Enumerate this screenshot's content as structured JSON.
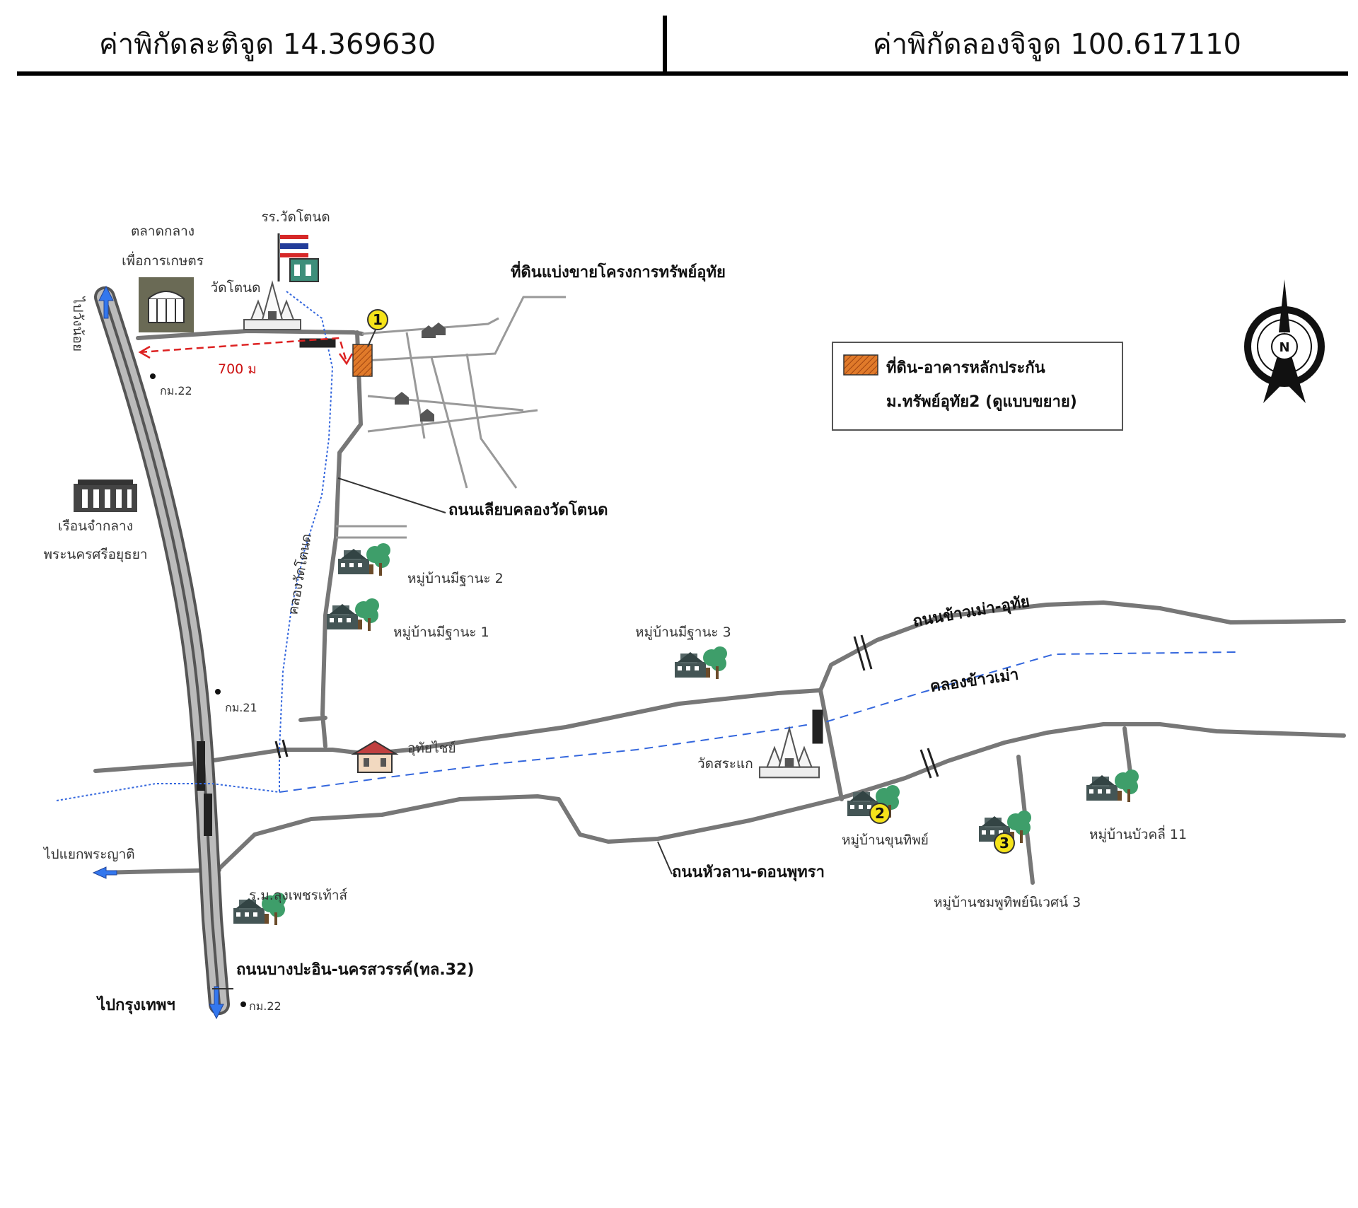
{
  "header": {
    "latitude": "ค่าพิกัดละติจูด 14.369630",
    "longitude": "ค่าพิกัดลองจิจูด 100.617110"
  },
  "legend": {
    "line1": "ที่ดิน-อาคารหลักประกัน",
    "line2": "ม.ทรัพย์อุทัย2 (ดูแบบขยาย)"
  },
  "compass": {
    "north": "N"
  },
  "labels": {
    "market_line1": "ตลาดกลาง",
    "market_line2": "เพื่อการเกษตร",
    "school": "รร.วัดโตนด",
    "wat_tanot": "วัดโตนด",
    "project": "ที่ดินแบ่งขายโครงการทรัพย์อุทัย",
    "distance": "700 ม",
    "km22_top": "กม.22",
    "to_wang_noi": "ไปวังน้อย",
    "prison_line1": "เรือนจำกลาง",
    "prison_line2": "พระนครศรีอยุธยา",
    "road_canal": "ถนนเลียบคลองวัดโตนด",
    "canal_wat_tanot": "คลองวัดโตนด",
    "village_2": "หมู่บ้านมีฐานะ 2",
    "village_1": "หมู่บ้านมีฐานะ 1",
    "village_3": "หมู่บ้านมีฐานะ 3",
    "road_khao_mao": "ถนนข้าวเม่า-อุทัย",
    "canal_khao_mao": "คลองข้าวเม่า",
    "km21": "กม.21",
    "uthai_chai": "อุทัยไชย์",
    "wat_sa_kae": "วัดสระแก",
    "village_thip": "หมู่บ้านขุนทิพย์",
    "village_11": "หมู่บ้านบัวคลี่ 11",
    "to_phraya_ti": "ไปแยกพระญาติ",
    "road_hua_lan": "ถนนหัวลาน-ดอนพุทรา",
    "village_saen": "หมู่บ้านชมพูทิพย์นิเวศน์ 3",
    "school_rtm": "ร.ม.ลุงเพชรเท้าส์",
    "highway": "ถนนบางปะอิน-นครสวรรค์(ทล.32)",
    "to_bangkok": "ไปกรุงเทพฯ",
    "km22_bottom": "กม.22",
    "marker_1": "1",
    "marker_2": "2",
    "marker_3": "3"
  },
  "colors": {
    "road": "#777777",
    "highway_edge": "#555555",
    "highway_fill": "#bbbbbb",
    "canal": "#3366dd",
    "distance": "#dd2222",
    "plot": "#e07a2a",
    "marker": "#f5e31a",
    "tree": "#3e9e6a",
    "flag_red": "#d62828",
    "flag_blue": "#223c99"
  }
}
